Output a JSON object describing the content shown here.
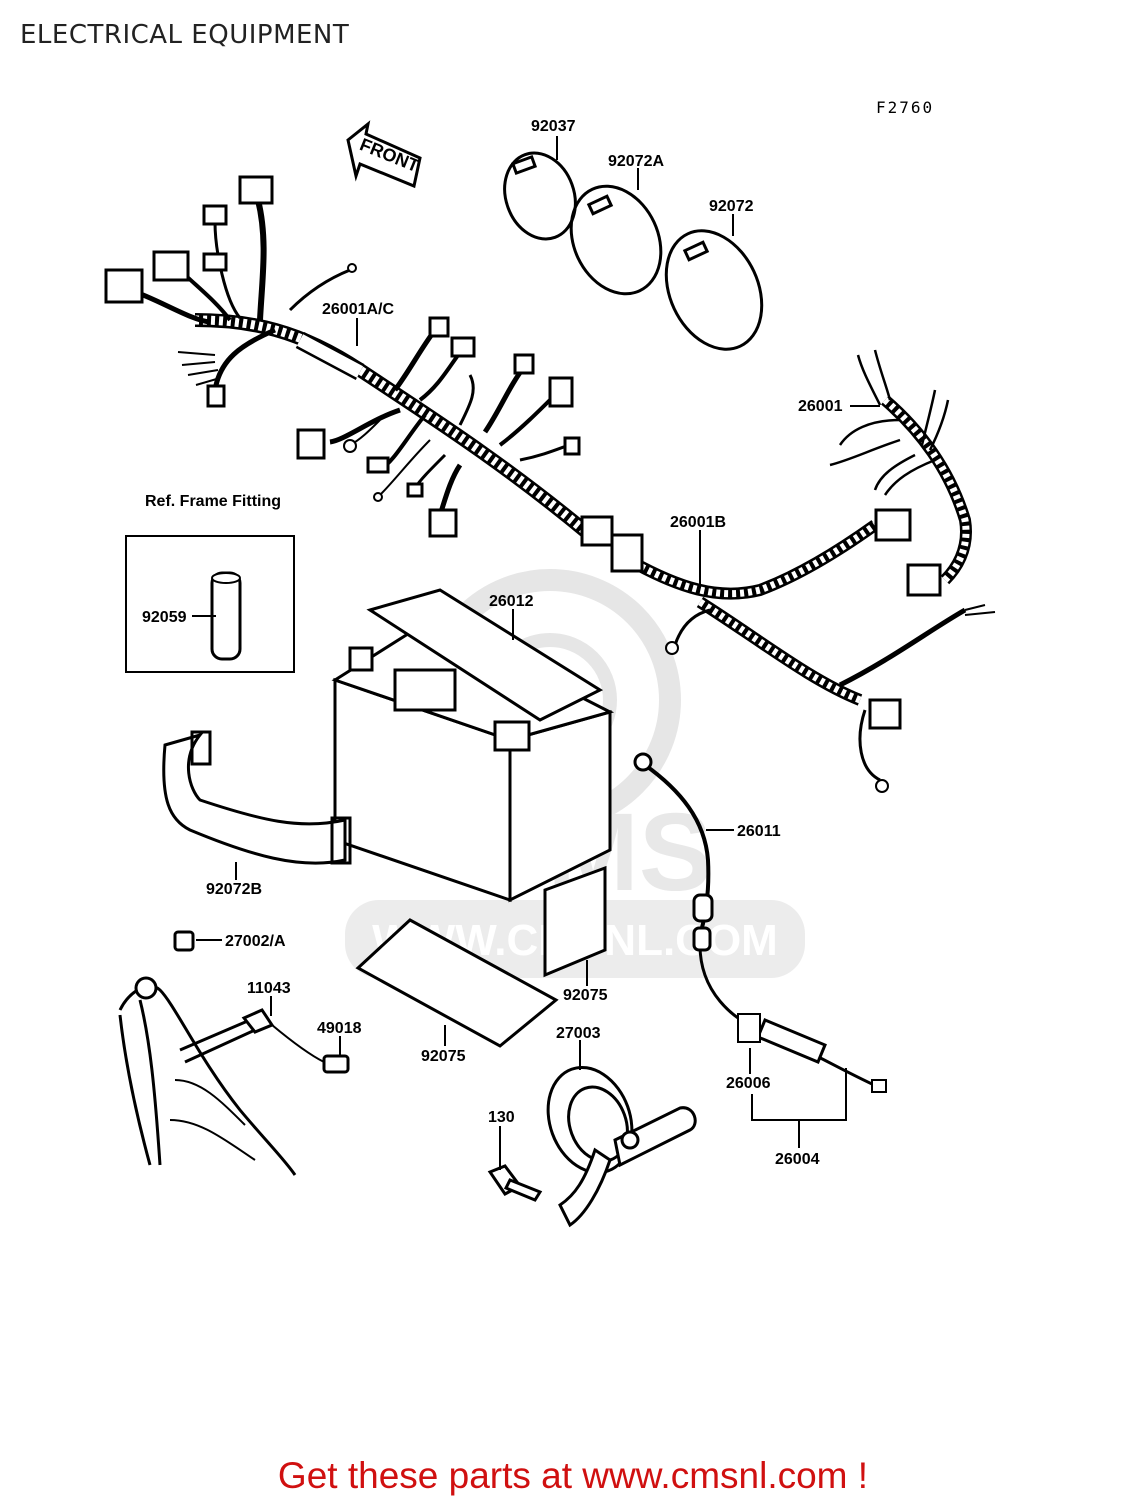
{
  "page": {
    "title": "ELECTRICAL EQUIPMENT",
    "diagram_code": "F2760",
    "footer": "Get these parts at www.cmsnl.com !"
  },
  "diagram": {
    "front_arrow": "FRONT",
    "inset_title": "Ref. Frame Fitting",
    "watermark": {
      "logo": "CMS",
      "url": "WWW.CMSNL.COM"
    },
    "labels": {
      "p92037": "92037",
      "p92072A": "92072A",
      "p92072": "92072",
      "p26001AC": "26001A/C",
      "p26001": "26001",
      "p26001B": "26001B",
      "p92059": "92059",
      "p26012": "26012",
      "p26011": "26011",
      "p92072B": "92072B",
      "p27002A": "27002/A",
      "p11043": "11043",
      "p49018": "49018",
      "p92075a": "92075",
      "p92075b": "92075",
      "p27003": "27003",
      "p26006": "26006",
      "p130": "130",
      "p26004": "26004"
    }
  },
  "colors": {
    "ink": "#000000",
    "footer": "#d01010",
    "watermark": "#e6e6e6"
  }
}
